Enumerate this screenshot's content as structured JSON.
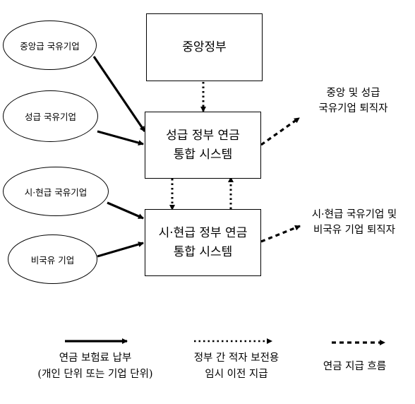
{
  "nodes": {
    "central_gov": "중앙정부",
    "provincial_system": "성급 정부 연금\n통합 시스템",
    "municipal_system": "시·현급 정부 연금\n통합 시스템",
    "central_soe": "중앙급 국유기업",
    "provincial_soe": "성급 국유기업",
    "municipal_soe": "시·현급 국유기업",
    "non_soe": "비국유 기업"
  },
  "outputs": {
    "central_provincial_retirees": "중앙 및 성급\n국유기업 퇴직자",
    "municipal_retirees": "시·현급 국유기업 및\n비국유 기업 퇴직자"
  },
  "legend": {
    "solid": "연금 보험료 납부\n(개인 단위 또는 기업 단위)",
    "dotted": "정부 간 적자 보전용\n임시 이전 지급",
    "dashed": "연금 지급 흐름"
  }
}
